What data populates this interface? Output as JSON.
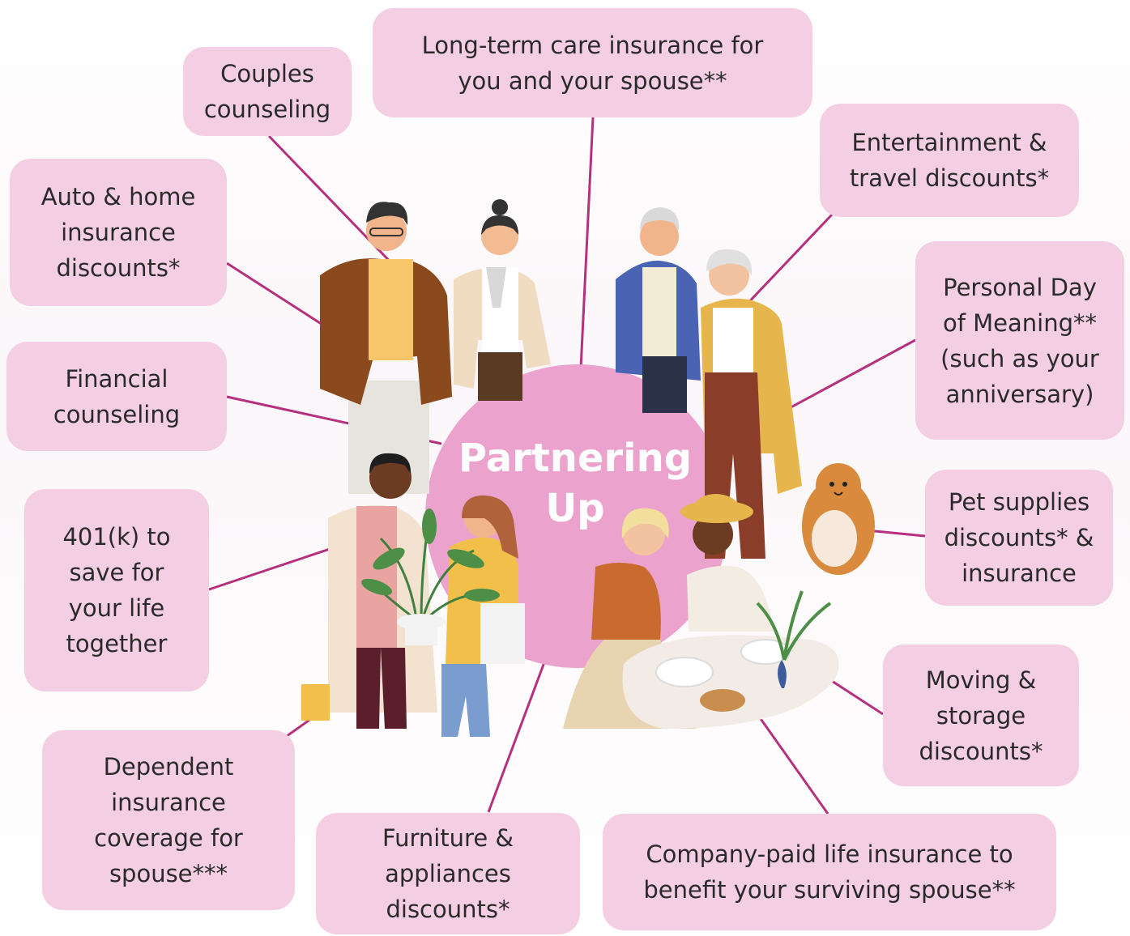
{
  "center": {
    "title": "Partnering\nUp"
  },
  "benefits": [
    {
      "id": "couples-counseling",
      "text": "Couples\ncounseling"
    },
    {
      "id": "long-term-care",
      "text": "Long-term care insurance for\nyou and your spouse**"
    },
    {
      "id": "entertainment-travel",
      "text": "Entertainment &\ntravel discounts*"
    },
    {
      "id": "auto-home",
      "text": "Auto & home\ninsurance\ndiscounts*"
    },
    {
      "id": "personal-day",
      "text": "Personal Day\nof Meaning**\n(such as your\nanniversary)"
    },
    {
      "id": "financial-counseling",
      "text": "Financial\ncounseling"
    },
    {
      "id": "pet-supplies",
      "text": "Pet supplies\ndiscounts* &\ninsurance"
    },
    {
      "id": "401k",
      "text": "401(k) to\nsave for\nyour life\ntogether"
    },
    {
      "id": "moving-storage",
      "text": "Moving &\nstorage\ndiscounts*"
    },
    {
      "id": "dependent-insurance",
      "text": "Dependent\ninsurance\ncoverage for\nspouse***"
    },
    {
      "id": "furniture-appliances",
      "text": "Furniture &\nappliances\ndiscounts*"
    },
    {
      "id": "life-insurance",
      "text": "Company-paid life insurance to\nbenefit your surviving spouse**"
    }
  ],
  "colors": {
    "box_fill": "#f4cfe3",
    "center_fill": "#eba2cd",
    "connector": "#b5317f",
    "text": "#2a2a2a",
    "center_text": "#ffffff"
  }
}
